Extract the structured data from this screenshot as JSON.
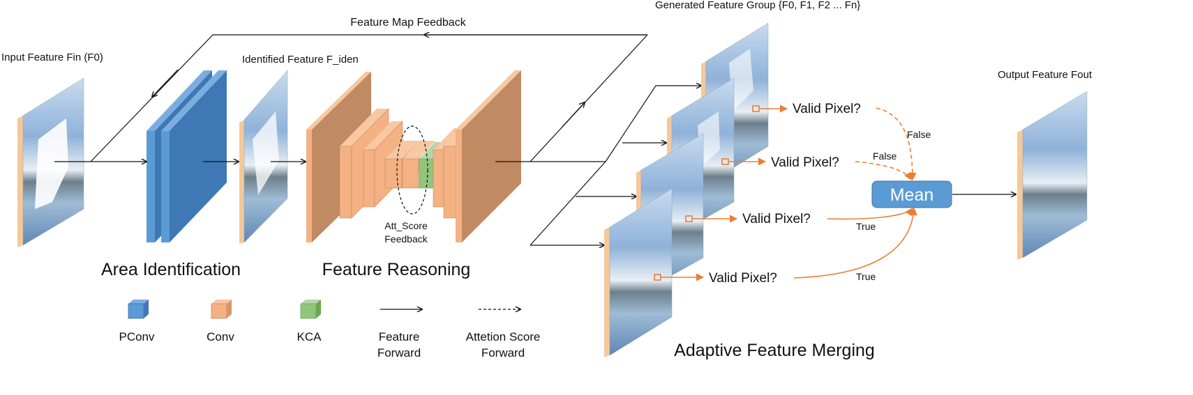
{
  "labels": {
    "input_feature": "Input Feature Fin (F0)",
    "identified_feature": "Identified Feature F_iden",
    "feature_map_feedback": "Feature Map Feedback",
    "generated_group": "Generated Feature Group {F0, F1, F2 ... Fn}",
    "output_feature": "Output Feature Fout",
    "att_score_line1": "Att_Score",
    "att_score_line2": "Feedback",
    "valid_pixel": "Valid Pixel?",
    "false_label": "False",
    "true_label": "True",
    "mean": "Mean"
  },
  "sections": {
    "area_identification": "Area Identification",
    "feature_reasoning": "Feature Reasoning",
    "adaptive_merging": "Adaptive Feature Merging"
  },
  "legend": {
    "pconv": "PConv",
    "conv": "Conv",
    "kca": "KCA",
    "feature_forward_1": "Feature",
    "feature_forward_2": "Forward",
    "attention_forward_1": "Attetion Score",
    "attention_forward_2": "Forward"
  },
  "colors": {
    "pconv": "#4a86c5",
    "conv": "#f4b183",
    "conv_dark": "#c08a62",
    "kca": "#93c47d",
    "mean_box": "#5b9bd5",
    "orange_arrow": "#ed7d31"
  }
}
